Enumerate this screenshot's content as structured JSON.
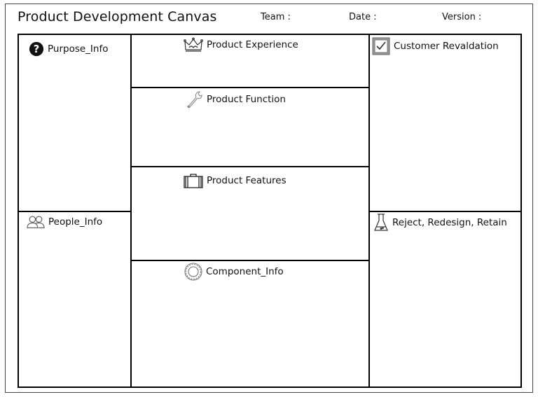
{
  "header": {
    "title": "Product Development Canvas",
    "team_label": "Team :",
    "date_label": "Date :",
    "version_label": "Version :"
  },
  "cells": {
    "purpose": {
      "label": "Purpose_Info",
      "icon": "question-icon"
    },
    "people": {
      "label": "People_Info",
      "icon": "people-icon"
    },
    "experience": {
      "label": "Product Experience",
      "icon": "crown-icon"
    },
    "function": {
      "label": "Product Function",
      "icon": "wrench-icon"
    },
    "features": {
      "label": "Product Features",
      "icon": "briefcase-icon"
    },
    "component": {
      "label": "Component_Info",
      "icon": "gear-icon"
    },
    "customer": {
      "label": "Customer Revaldation",
      "icon": "checkbox-icon"
    },
    "reject": {
      "label": "Reject, Redesign, Retain",
      "icon": "flask-icon"
    }
  }
}
